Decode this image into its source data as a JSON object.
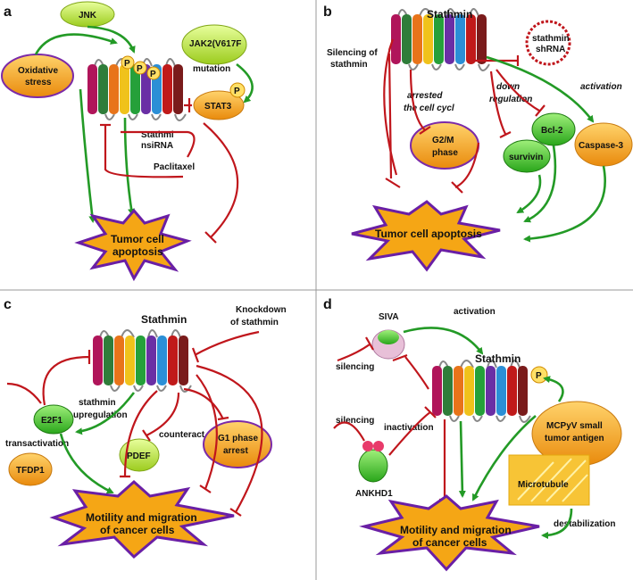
{
  "panels": {
    "a": {
      "letter": "a",
      "jnk": "JNK",
      "oxidative": [
        "Oxidative",
        "stress"
      ],
      "jak2": [
        "JAK2(V617F",
        "mutation"
      ],
      "stat3": "STAT3",
      "p": "P",
      "sirna": [
        "Stathmi",
        "nsiRNA"
      ],
      "paclitaxel": "Paclitaxel",
      "outcome": [
        "Tumor cell",
        "apoptosis"
      ]
    },
    "b": {
      "letter": "b",
      "stathmin": "Stathmin",
      "shrna": [
        "stathmin",
        "shRNA"
      ],
      "silencing": [
        "Silencing of",
        "stathmin"
      ],
      "arrested": [
        "arrested",
        "the cell cycl"
      ],
      "down": [
        "down",
        "regulation"
      ],
      "activation": "activation",
      "g2m": [
        "G2/M",
        "phase"
      ],
      "bcl2": "Bcl-2",
      "survivin": "survivin",
      "caspase": "Caspase-3",
      "outcome": "Tumor cell apoptosis"
    },
    "c": {
      "letter": "c",
      "stathmin": "Stathmin",
      "knockdown": [
        "Knockdown",
        "of stathmin"
      ],
      "upregulation": [
        "stathmin",
        "upregulation"
      ],
      "e2f1": "E2F1",
      "transactivation": "transactivation",
      "tfdp1": "TFDP1",
      "pdef": "PDEF",
      "counteract": "counteract",
      "g1": [
        "G1 phase",
        "arrest"
      ],
      "outcome": [
        "Motility and migration",
        "of cancer cells"
      ]
    },
    "d": {
      "letter": "d",
      "siva": "SIVA",
      "activation": "activation",
      "stathmin": "Stathmin",
      "p": "P",
      "silencing1": "silencing",
      "silencing2": "silencing",
      "inactivation": "inactivation",
      "ankhd1": "ANKHD1",
      "mcpyv": [
        "MCPyV small",
        "tumor antigen"
      ],
      "microtubule": "Microtubule",
      "destabilization": "destabilization",
      "outcome": [
        "Motility and migration",
        "of cancer cells"
      ]
    }
  },
  "colors": {
    "inhibit": "#c0161c",
    "activate": "#239a26",
    "star_fill": "#f5a615",
    "star_stroke": "#6a1fa5",
    "oval_fill": "#f6a11e"
  }
}
